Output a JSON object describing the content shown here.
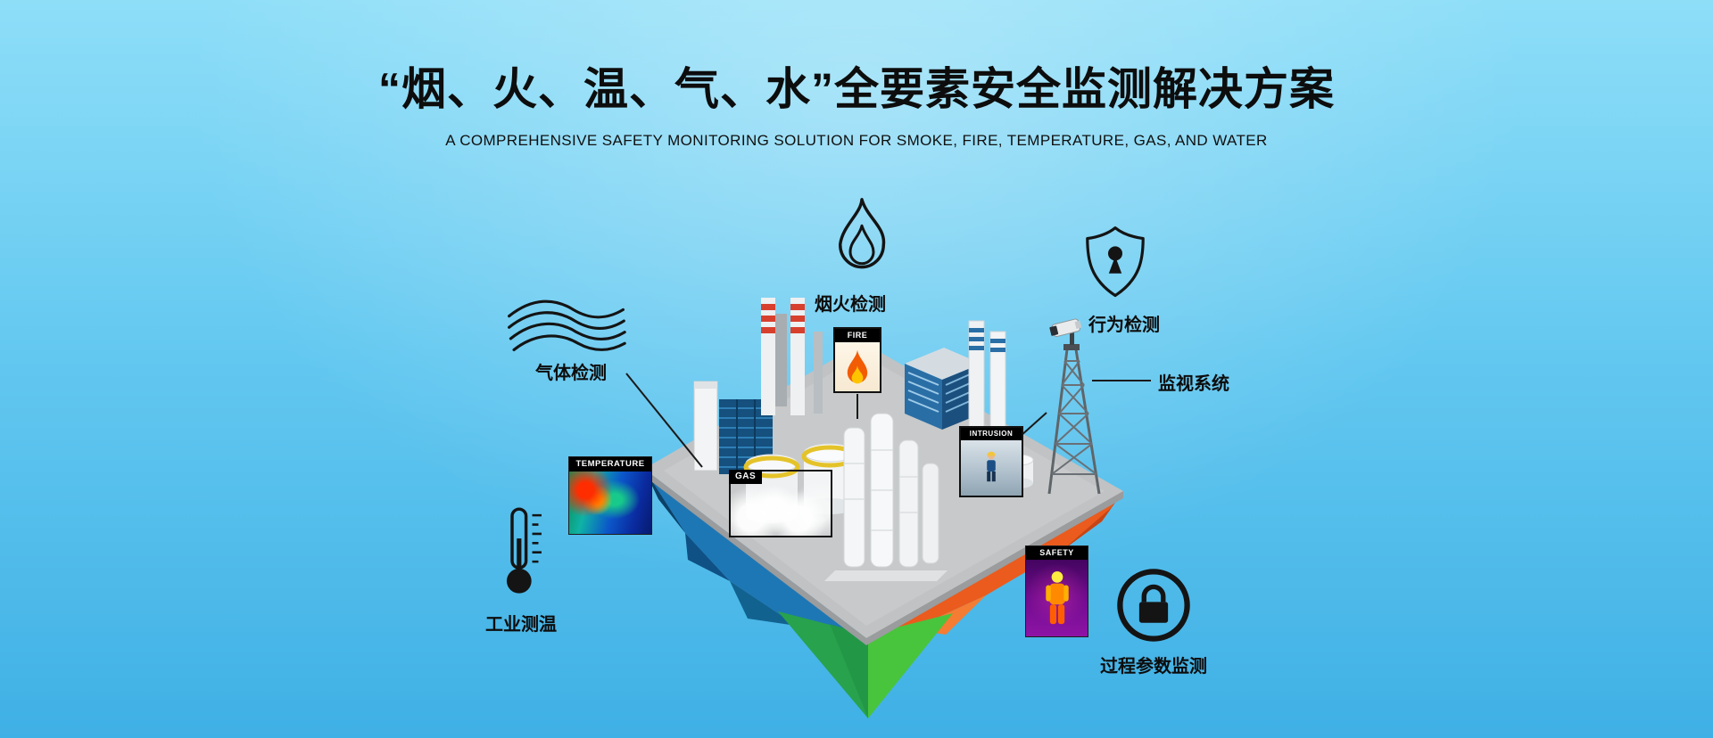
{
  "header": {
    "title": "“烟、火、温、气、水”全要素安全监测解决方案",
    "subtitle": "A COMPREHENSIVE SAFETY MONITORING SOLUTION FOR SMOKE, FIRE, TEMPERATURE, GAS, AND WATER"
  },
  "callouts": {
    "smoke_fire": {
      "label": "烟火检测",
      "icon": "flame-icon"
    },
    "behavior": {
      "label": "行为检测",
      "icon": "shield-keyhole-icon"
    },
    "surveillance": {
      "label": "监视系统",
      "icon": "cctv-tower"
    },
    "gas": {
      "label": "气体检测",
      "icon": "gas-waves-icon"
    },
    "industrial_temperature": {
      "label": "工业测温",
      "icon": "thermometer-icon"
    },
    "process_parameters": {
      "label": "过程参数监测",
      "icon": "lock-circle-icon"
    }
  },
  "detection_patches": {
    "temperature": "TEMPERATURE",
    "fire": "FIRE",
    "gas": "GAS",
    "intrusion": "INTRUSION",
    "safety": "SAFETY"
  },
  "colors": {
    "background_top": "#8edef8",
    "background_bottom": "#3fb0e5",
    "island_orange": "#ea5b1d",
    "island_blue": "#1e77b5",
    "island_green": "#2fae52",
    "platform_gray": "#c1c2c4",
    "text": "#0d0d0d"
  }
}
